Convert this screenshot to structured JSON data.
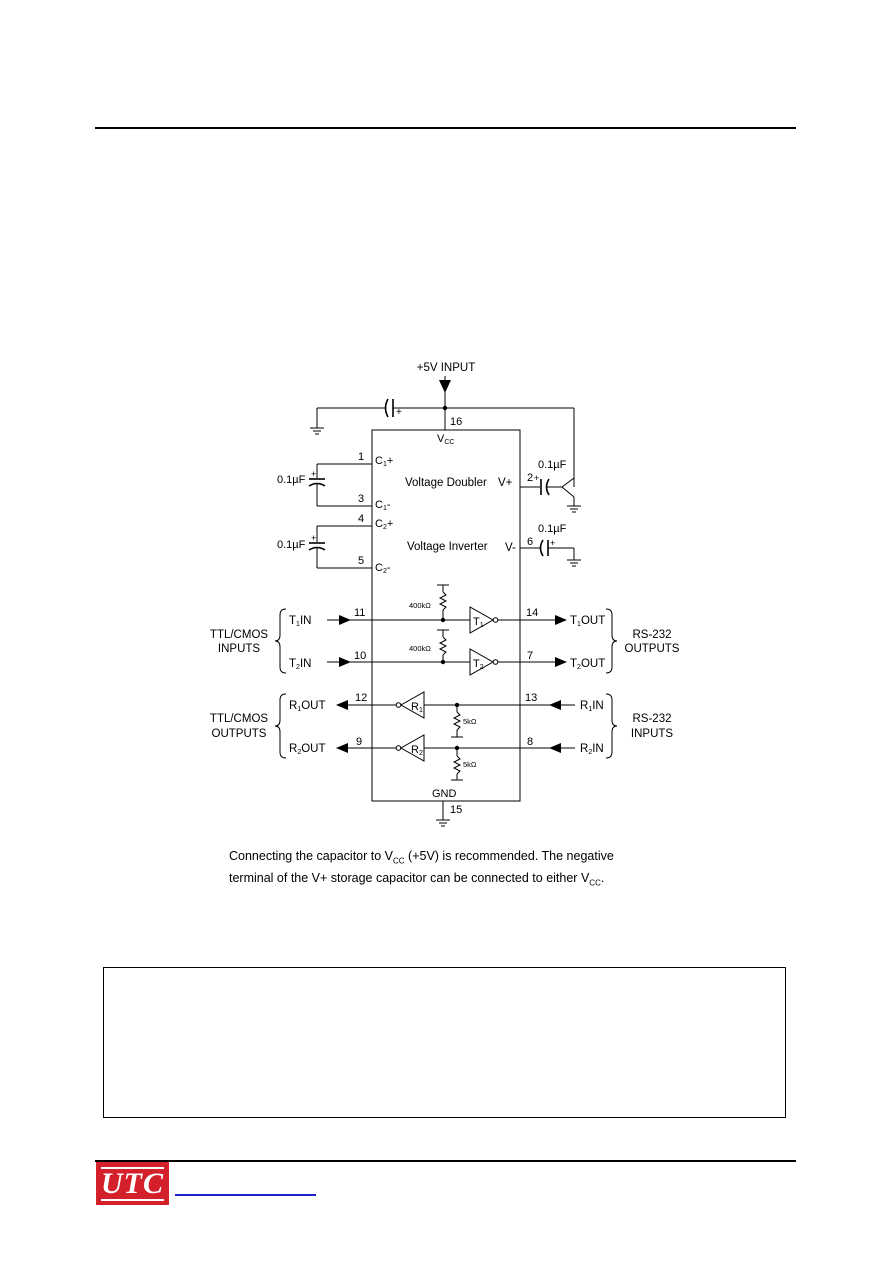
{
  "schematic": {
    "supply_label": "+5V INPUT",
    "chip_vcc_label": "V",
    "chip_vcc_sub": "CC",
    "chip_gnd_label": "GND",
    "voltage_doubler": "Voltage Doubler",
    "voltage_inverter": "Voltage Inverter",
    "v_plus": "V+",
    "v_minus": "V-",
    "pins": {
      "p1": "1",
      "p2": "2",
      "p3": "3",
      "p4": "4",
      "p5": "5",
      "p6": "6",
      "p7": "7",
      "p8": "8",
      "p9": "9",
      "p10": "10",
      "p11": "11",
      "p12": "12",
      "p13": "13",
      "p14": "14",
      "p15": "15",
      "p16": "16"
    },
    "cap_labels": {
      "c1": "0.1µF",
      "c2": "0.1µF",
      "c3": "0.1µF",
      "c4": "0.1µF",
      "plus": "+"
    },
    "internal_pins": {
      "c1p_main": "C",
      "c1p_sub": "1",
      "c1p_suffix": "+",
      "c1m_main": "C",
      "c1m_sub": "1",
      "c1m_suffix": "-",
      "c2p_main": "C",
      "c2p_sub": "2",
      "c2p_suffix": "+",
      "c2m_main": "C",
      "c2m_sub": "2",
      "c2m_suffix": "-"
    },
    "resistors": {
      "r400_1": "400kΩ",
      "r400_2": "400kΩ",
      "r5k_1": "5kΩ",
      "r5k_2": "5kΩ"
    },
    "buffers": {
      "t1_main": "T",
      "t1_sub": "1",
      "t2_main": "T",
      "t2_sub": "2",
      "r1_main": "R",
      "r1_sub": "1",
      "r2_main": "R",
      "r2_sub": "2"
    },
    "signals": {
      "t1in_main": "T",
      "t1in_sub": "1",
      "t1in_suffix": "IN",
      "t2in_main": "T",
      "t2in_sub": "2",
      "t2in_suffix": "IN",
      "r1out_main": "R",
      "r1out_sub": "1",
      "r1out_suffix": "OUT",
      "r2out_main": "R",
      "r2out_sub": "2",
      "r2out_suffix": "OUT",
      "t1out_main": "T",
      "t1out_sub": "1",
      "t1out_suffix": "OUT",
      "t2out_main": "T",
      "t2out_sub": "2",
      "t2out_suffix": "OUT",
      "r1in_main": "R",
      "r1in_sub": "1",
      "r1in_suffix": "IN",
      "r2in_main": "R",
      "r2in_sub": "2",
      "r2in_suffix": "IN"
    },
    "groups": {
      "ttl_inputs_1": "TTL/CMOS",
      "ttl_inputs_2": "INPUTS",
      "ttl_outputs_1": "TTL/CMOS",
      "ttl_outputs_2": "OUTPUTS",
      "rs_outputs_1": "RS-232",
      "rs_outputs_2": "OUTPUTS",
      "rs_inputs_1": "RS-232",
      "rs_inputs_2": "INPUTS"
    }
  },
  "note": {
    "line1_a": "Connecting the capacitor to V",
    "line1_sub": "CC",
    "line1_b": " (+5V) is recommended. The negative",
    "line2_a": "terminal of the V+ storage capacitor can be connected to either V",
    "line2_sub": "CC",
    "line2_b": "."
  },
  "footer": {
    "logo_text": "UTC"
  },
  "colors": {
    "logo_red": "#d4202a",
    "link_blue": "#1f1fd0"
  }
}
